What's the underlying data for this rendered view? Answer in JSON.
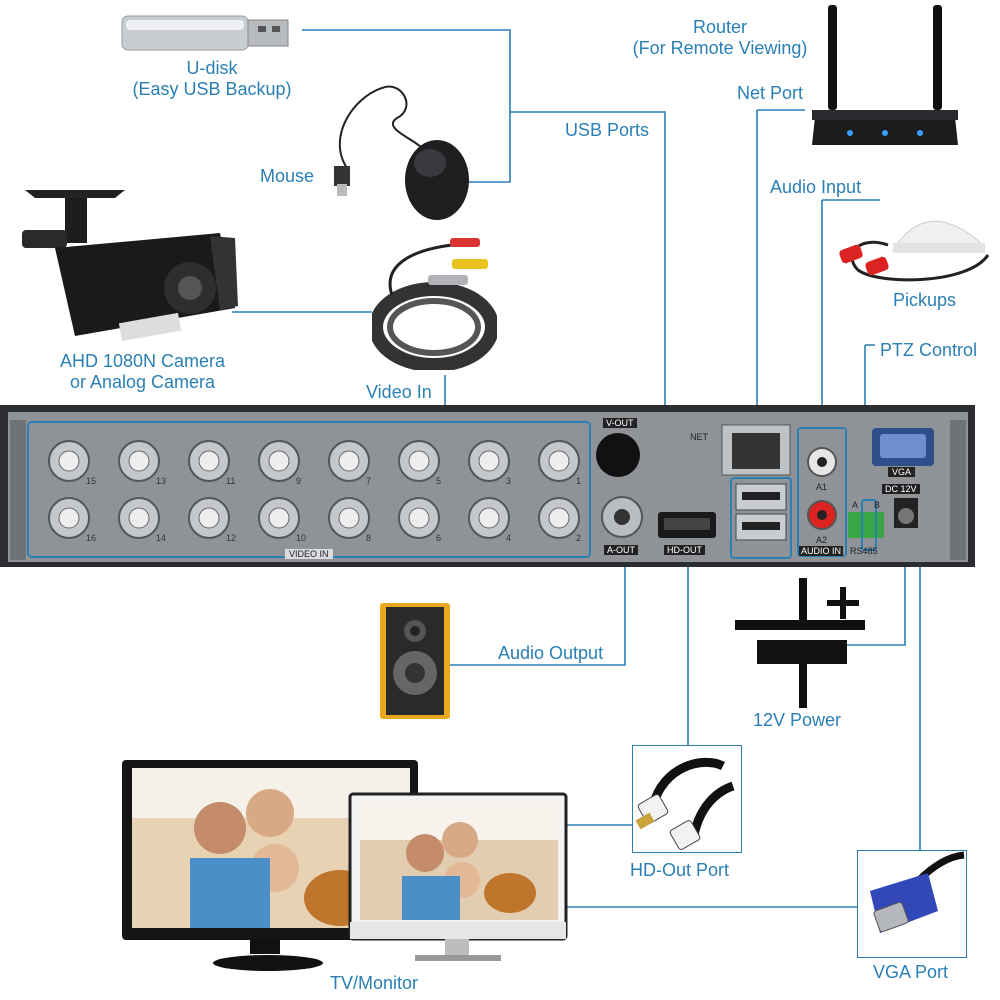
{
  "labels": {
    "udisk_line1": "U-disk",
    "udisk_line2": "(Easy USB Backup)",
    "mouse": "Mouse",
    "camera_line1": "AHD 1080N Camera",
    "camera_line2": "or Analog Camera",
    "video_in": "Video In",
    "usb_ports": "USB Ports",
    "router_line1": "Router",
    "router_line2": "(For Remote Viewing)",
    "net_port": "Net Port",
    "audio_input": "Audio Input",
    "pickups": "Pickups",
    "ptz_control": "PTZ Control",
    "audio_output": "Audio Output",
    "power_12v": "12V Power",
    "hd_out_port": "HD-Out Port",
    "tv_monitor": "TV/Monitor",
    "vga_port": "VGA Port"
  },
  "panel": {
    "video_in": "VIDEO IN",
    "v_out": "V-OUT",
    "a_out": "A-OUT",
    "hd_out": "HD-OUT",
    "net": "NET",
    "a1": "A1",
    "a2": "A2",
    "audio_in": "AUDIO IN",
    "vga": "VGA",
    "dc12v": "DC 12V",
    "rs485": "RS485",
    "rs485_a": "A",
    "rs485_b": "B",
    "ports_top": [
      "15",
      "13",
      "11",
      "9",
      "7",
      "5",
      "3",
      "1"
    ],
    "ports_bottom": [
      "16",
      "14",
      "12",
      "10",
      "8",
      "6",
      "4",
      "2"
    ]
  },
  "colors": {
    "label_blue": "#2a7fb5",
    "wire_blue": "#2a7fb5",
    "dvr_body": "#8a8e93",
    "dvr_dark": "#2b2d30"
  }
}
